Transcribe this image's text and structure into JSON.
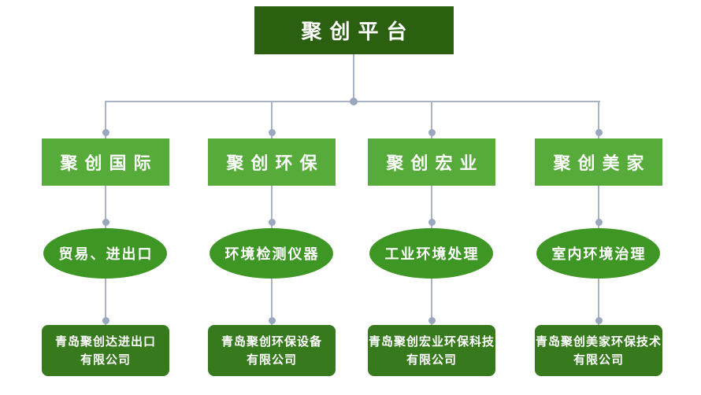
{
  "root": {
    "label": "聚创平台"
  },
  "columns": [
    {
      "branch": "聚创国际",
      "service": "贸易、进出口",
      "company": {
        "lines": [
          "青岛聚创达进出口",
          "有限公司"
        ]
      }
    },
    {
      "branch": "聚创环保",
      "service": "环境检测仪器",
      "company": {
        "lines": [
          "青岛聚创环保设备",
          "有限公司"
        ]
      }
    },
    {
      "branch": "聚创宏业",
      "service": "工业环境处理",
      "company": {
        "lines": [
          "青岛聚创宏业环保科技",
          "有限公司"
        ]
      }
    },
    {
      "branch": "聚创美家",
      "service": "室内环境治理",
      "company": {
        "lines": [
          "青岛聚创美家环保技术",
          "有限公司"
        ]
      }
    }
  ],
  "colors": {
    "root_box": "#2c6011",
    "branch_box": "#57ab3a",
    "service_ellipse": "#3e9624",
    "company_box": "#37791d",
    "connector_line": "#a9b3c4",
    "connector_dot": "#9aa8bd",
    "text": "#ffffff",
    "background": "#ffffff"
  }
}
